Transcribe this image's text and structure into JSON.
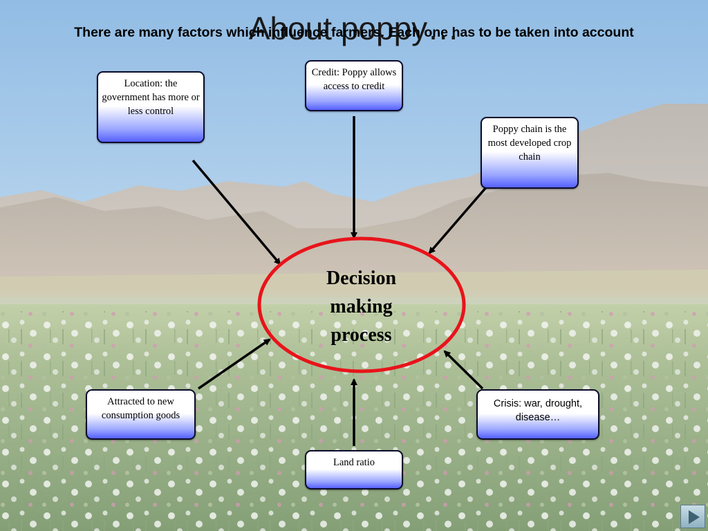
{
  "slide": {
    "title": "About poppy…",
    "subtitle": "There are many factors which influence farmers. Each one has to be taken into account"
  },
  "diagram": {
    "center": {
      "lines": [
        "Decision",
        "making",
        "process"
      ]
    },
    "factors": [
      {
        "id": "location",
        "text": "Location: the government has more or less control"
      },
      {
        "id": "credit",
        "text": "Credit: Poppy allows access to credit"
      },
      {
        "id": "chain",
        "text": "Poppy chain is the most developed crop chain"
      },
      {
        "id": "attract",
        "text": "Attracted to new consumption goods"
      },
      {
        "id": "land",
        "text": "Land ratio"
      },
      {
        "id": "crisis",
        "text": "Crisis: war, drought, disease…"
      }
    ],
    "edges": [
      {
        "from": "location",
        "to": "center"
      },
      {
        "from": "credit",
        "to": "center"
      },
      {
        "from": "chain",
        "to": "center"
      },
      {
        "from": "attract",
        "to": "center"
      },
      {
        "from": "land",
        "to": "center"
      },
      {
        "from": "crisis",
        "to": "center"
      }
    ]
  },
  "colors": {
    "ellipse_stroke": "#e8141b",
    "box_gradient_end": "#5560ff",
    "arrow": "#000000"
  },
  "nav": {
    "next_icon": "play-triangle-icon"
  }
}
